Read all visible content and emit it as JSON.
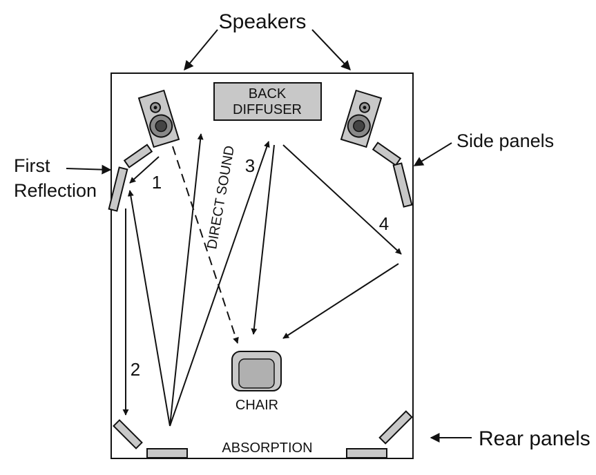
{
  "labels": {
    "speakers": "Speakers",
    "back_diffuser_line1": "BACK",
    "back_diffuser_line2": "DIFFUSER",
    "side_panels": "Side panels",
    "first_reflection_line1": "First",
    "first_reflection_line2": "Reflection",
    "direct_sound": "DIRECT SOUND",
    "chair": "CHAIR",
    "absorption": "ABSORPTION",
    "rear_panels": "Rear panels"
  },
  "path_numbers": [
    "1",
    "2",
    "3",
    "4"
  ],
  "colors": {
    "ink": "#111111",
    "panel_fill": "#c8c8c8",
    "background": "#ffffff"
  },
  "icons": [
    "speaker-icon",
    "chair-icon"
  ]
}
